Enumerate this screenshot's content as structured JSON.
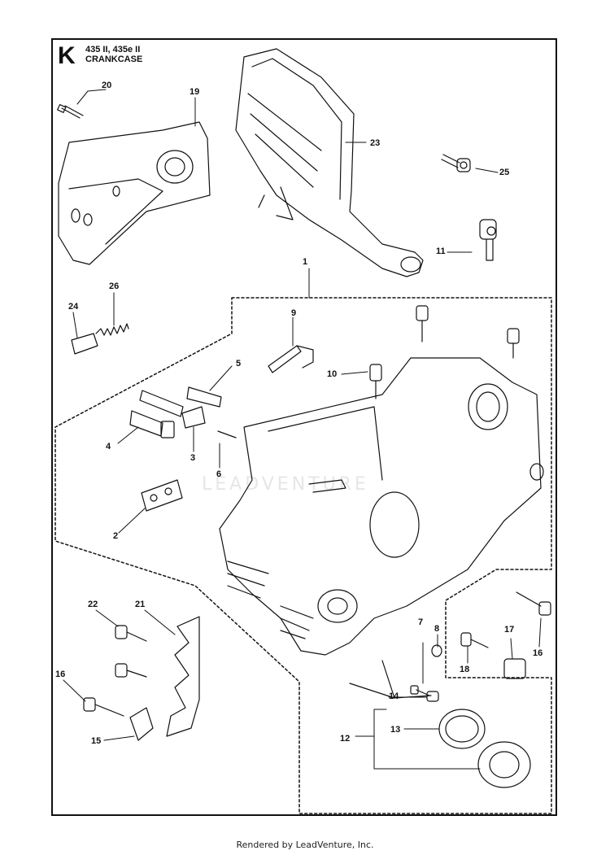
{
  "header": {
    "section_letter": "K",
    "models": "435 II, 435e II",
    "title": "CRANKCASE"
  },
  "callouts": [
    "1",
    "2",
    "3",
    "4",
    "5",
    "6",
    "7",
    "8",
    "9",
    "10",
    "11",
    "12",
    "13",
    "14",
    "15",
    "16",
    "16",
    "17",
    "18",
    "19",
    "20",
    "21",
    "22",
    "23",
    "24",
    "25",
    "26"
  ],
  "watermark": "LEADVENTURE",
  "footer": "Rendered by LeadVenture, Inc.",
  "colors": {
    "line": "#111111",
    "watermark": "#e6e6e6",
    "background": "#ffffff"
  }
}
